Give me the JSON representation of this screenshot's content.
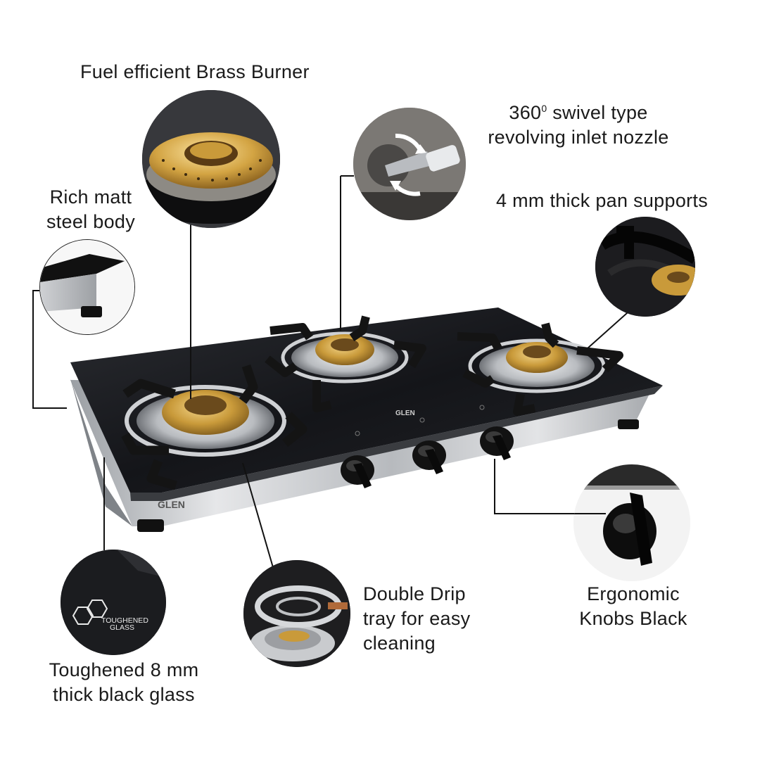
{
  "features": {
    "brass_burner": "Fuel efficient Brass Burner",
    "nozzle_degrees": "360",
    "nozzle_degree_sup": "0",
    "nozzle_line1_rest": " swivel type",
    "nozzle_line2": "revolving inlet nozzle",
    "steel_body_line1": "Rich matt",
    "steel_body_line2": "steel body",
    "pan_supports": "4 mm thick pan supports",
    "glass_line1": "Toughened 8 mm",
    "glass_line2": "thick black glass",
    "drip_tray_line1": "Double Drip",
    "drip_tray_line2": "tray for easy",
    "drip_tray_line3": "cleaning",
    "knobs_line1": "Ergonomic",
    "knobs_line2": "Knobs Black"
  },
  "product": {
    "brand_glass": "GLEN",
    "brand_body": "GLEN",
    "badge_line1": "TOUGHENED",
    "badge_line2": "GLASS"
  },
  "colors": {
    "glass": "#16171b",
    "steel": "#c9cbce",
    "brass": "#c99a3a",
    "pan_support": "#141414"
  }
}
